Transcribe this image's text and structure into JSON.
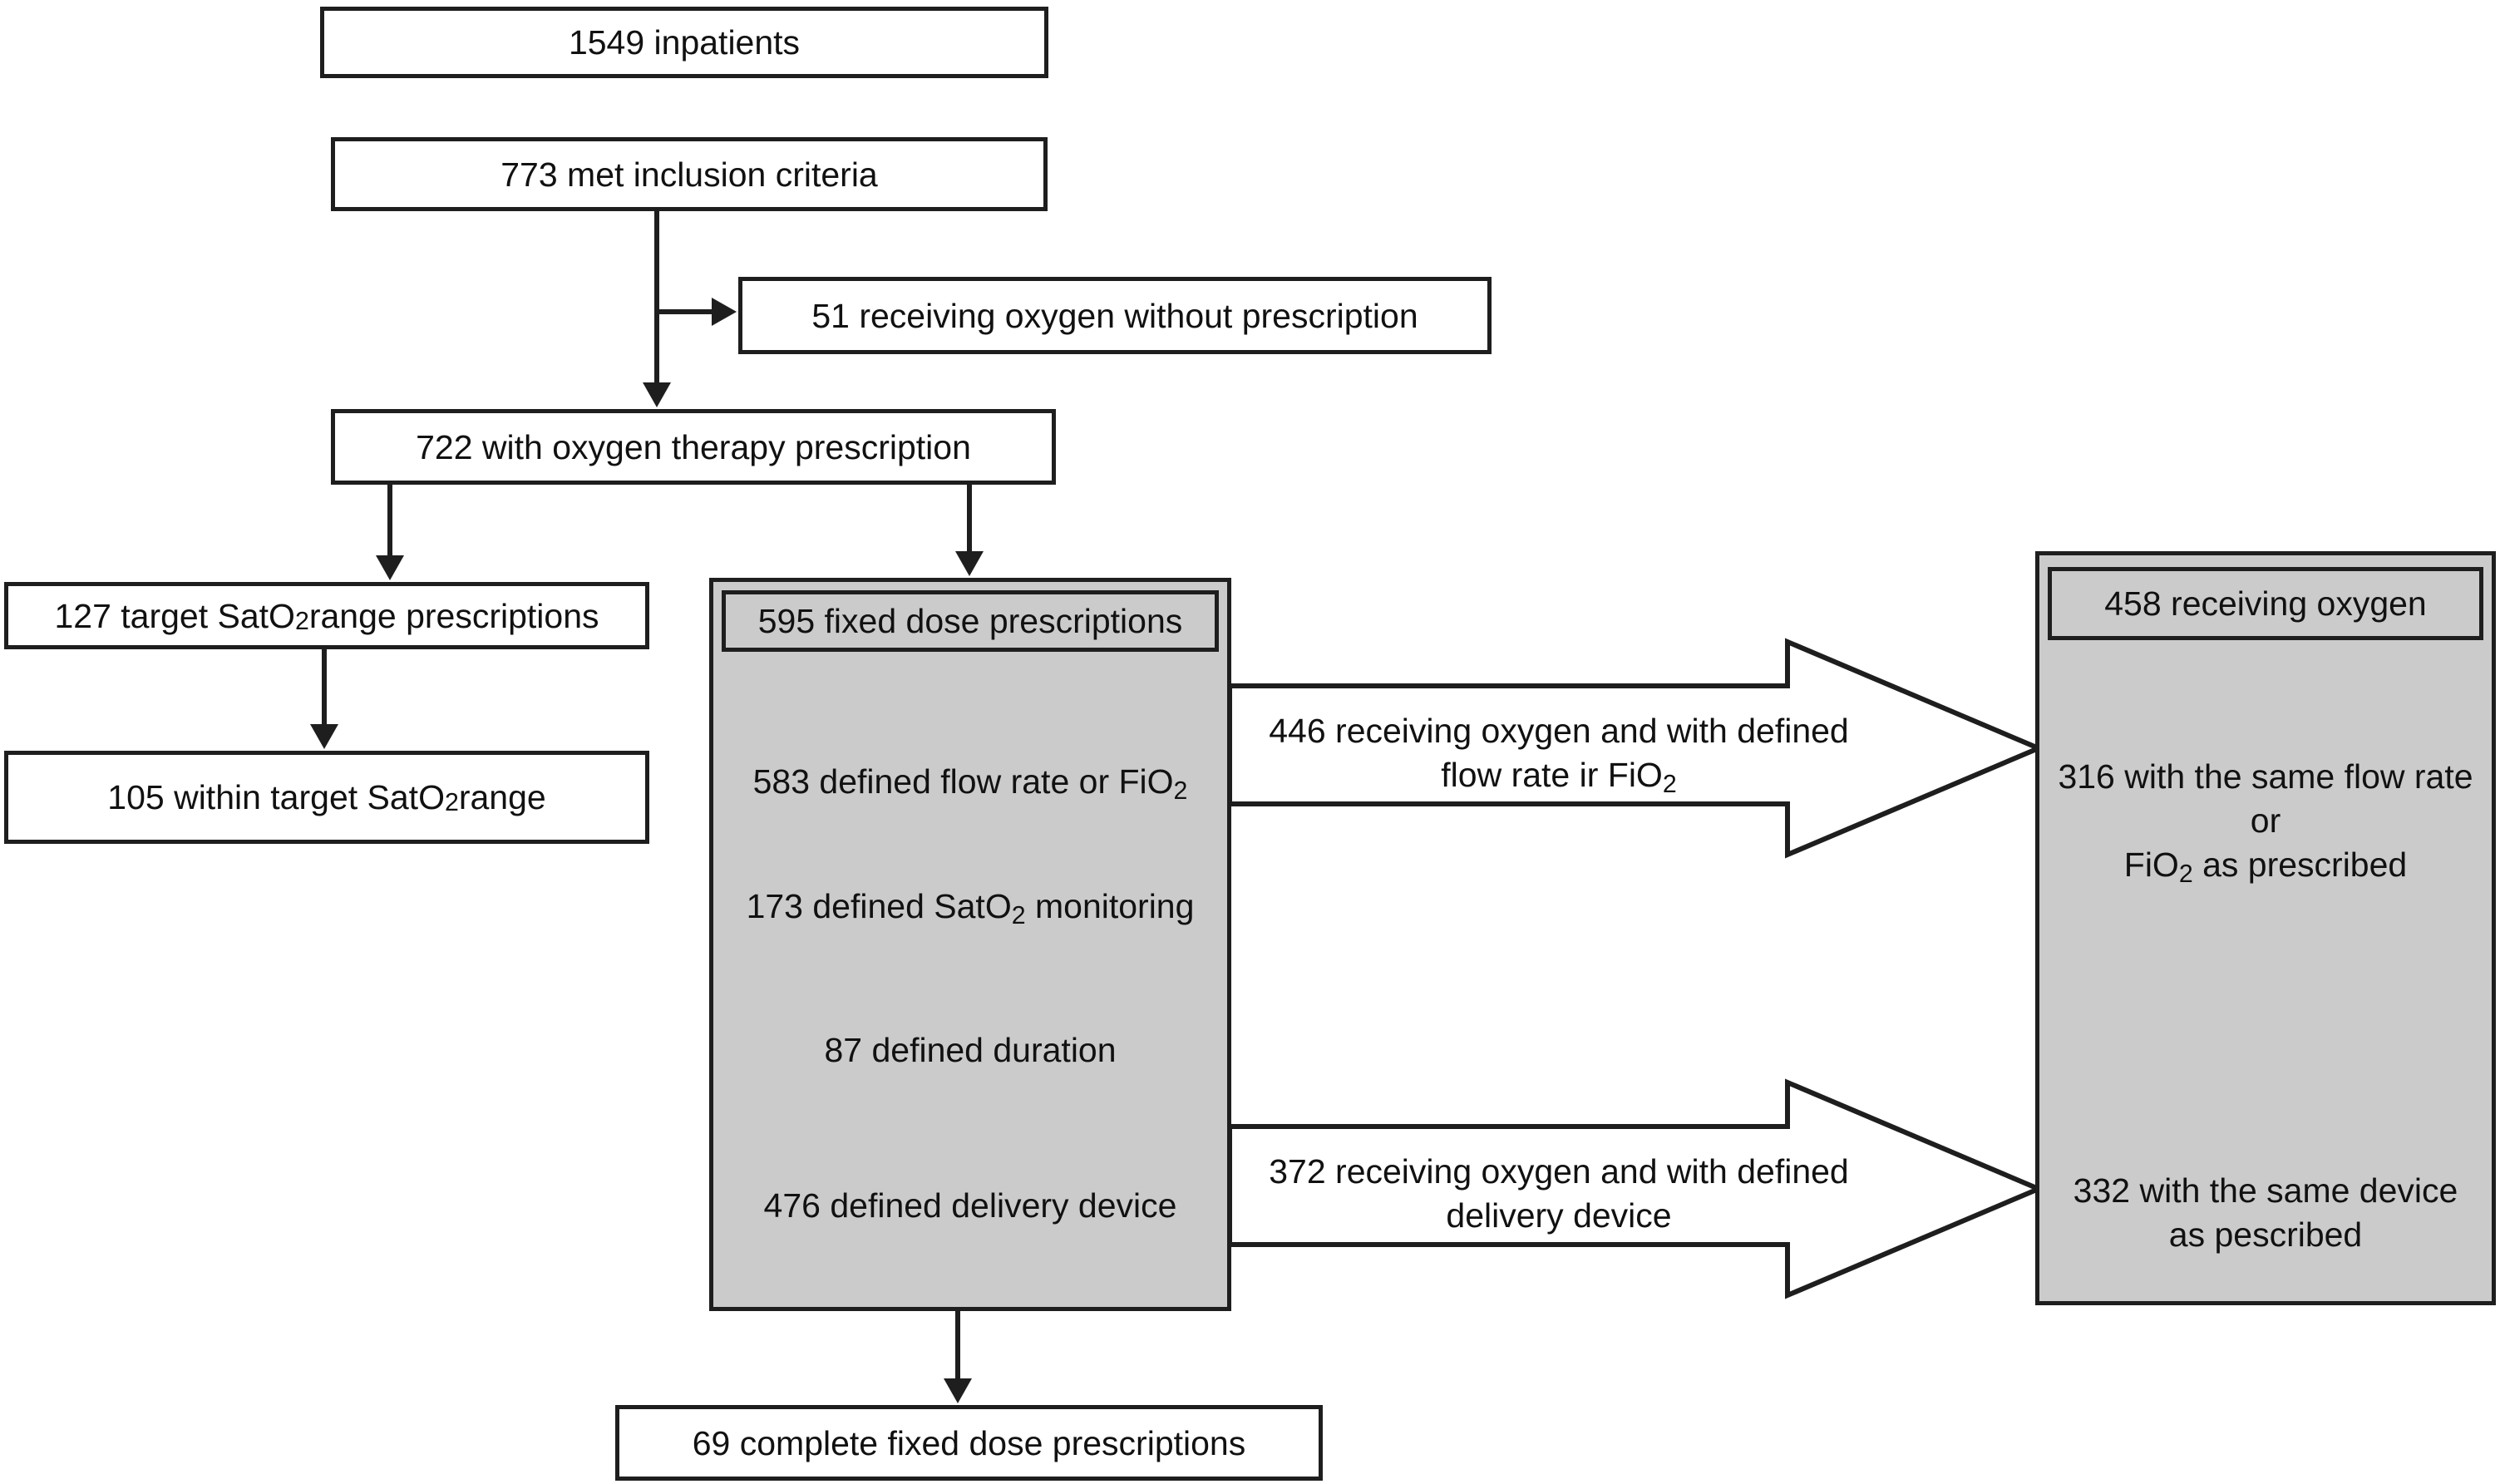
{
  "colors": {
    "ink": "#1e1e1e",
    "text": "#111111",
    "panel-fill": "#cbcbcb",
    "box-fill": "#ffffff"
  },
  "nodes": {
    "inpatients": "1549 inpatients",
    "inclusion": "773 met inclusion criteria",
    "no_prescription": "51 receiving oxygen without prescription",
    "prescription": "722 with oxygen therapy prescription",
    "target_range": "127 target SatO₂ range prescriptions",
    "within_range": "105 within target SatO₂ range",
    "complete": "69 complete fixed dose prescriptions"
  },
  "fixed_dose_panel": {
    "header": "595 fixed dose prescriptions",
    "items": [
      "583 defined flow rate or FiO₂",
      "173 defined SatO₂ monitoring",
      "87 defined duration",
      "476 defined delivery device"
    ]
  },
  "receiving_panel": {
    "header": "458 receiving oxygen",
    "flow_rate_match": {
      "line1": "316 with the same flow rate or",
      "line2": "FiO₂ as prescribed"
    },
    "device_match": {
      "line1": "332 with the same device",
      "line2": "as pescribed"
    }
  },
  "arrows": {
    "flow_rate": {
      "line1": "446 receiving oxygen and with defined",
      "line2": "flow rate ir FiO₂"
    },
    "device": {
      "line1": "372 receiving oxygen and with defined",
      "line2": "delivery device"
    }
  }
}
